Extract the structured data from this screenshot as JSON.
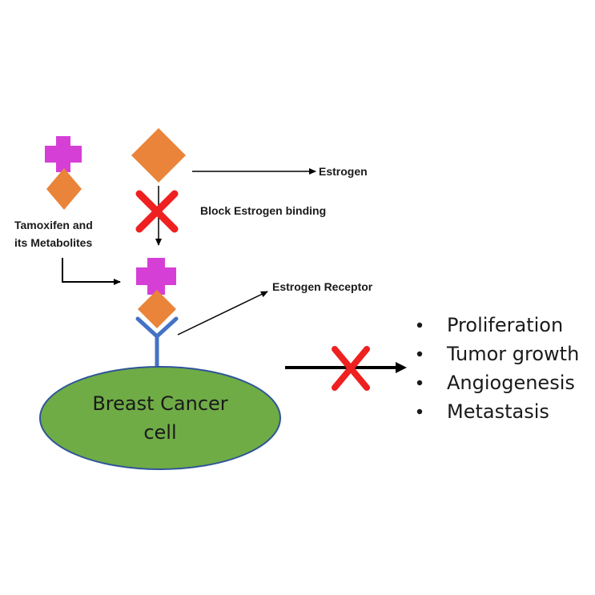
{
  "labels": {
    "estrogen": "Estrogen",
    "block": "Block Estrogen binding",
    "tamoxifen_line1": "Tamoxifen and",
    "tamoxifen_line2": "its Metabolites",
    "receptor": "Estrogen Receptor",
    "cell_line1": "Breast Cancer",
    "cell_line2": "cell"
  },
  "outcomes": [
    "Proliferation",
    "Tumor growth",
    "Angiogenesis",
    "Metastasis"
  ],
  "colors": {
    "plus": "#d63fd6",
    "diamond": "#e9843a",
    "cross": "#ee2020",
    "cell": "#6fac46",
    "cell_outline": "#2f5597",
    "receptor": "#4472c4",
    "arrow": "#000000"
  }
}
